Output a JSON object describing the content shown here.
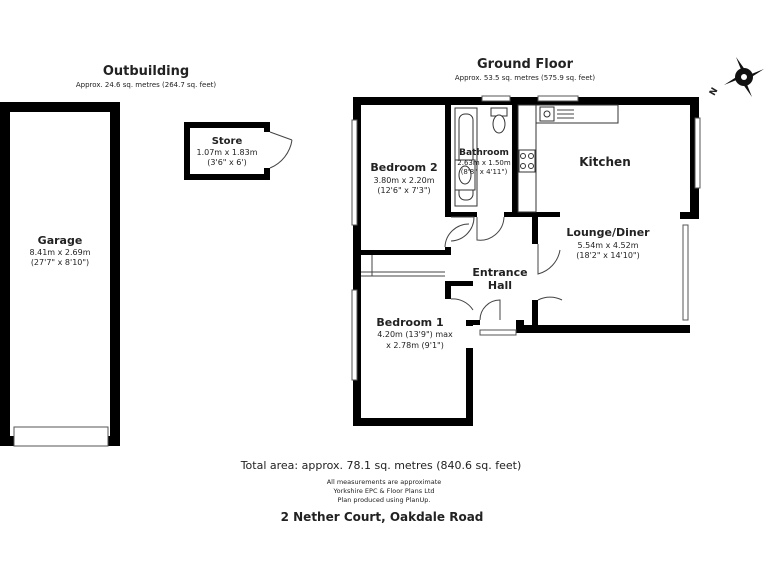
{
  "outbuilding": {
    "title": "Outbuilding",
    "area": "Approx. 24.6 sq. metres (264.7 sq. feet)"
  },
  "ground_floor": {
    "title": "Ground Floor",
    "area": "Approx. 53.5 sq. metres (575.9 sq. feet)"
  },
  "rooms": {
    "garage": {
      "name": "Garage",
      "dims_m": "8.41m x 2.69m",
      "dims_ft": "(27'7\" x 8'10\")"
    },
    "store": {
      "name": "Store",
      "dims_m": "1.07m x 1.83m",
      "dims_ft": "(3'6\" x 6')"
    },
    "bedroom2": {
      "name": "Bedroom 2",
      "dims_m": "3.80m x 2.20m",
      "dims_ft": "(12'6\" x 7'3\")"
    },
    "bathroom": {
      "name": "Bathroom",
      "dims_m": "2.63m x 1.50m",
      "dims_ft": "(8'8\" x 4'11\")"
    },
    "kitchen": {
      "name": "Kitchen"
    },
    "lounge": {
      "name": "Lounge/Diner",
      "dims_m": "5.54m x 4.52m",
      "dims_ft": "(18'2\" x 14'10\")"
    },
    "entrance": {
      "name_line1": "Entrance",
      "name_line2": "Hall"
    },
    "bedroom1": {
      "name": "Bedroom 1",
      "dims_line1": "4.20m (13'9\") max",
      "dims_line2": "x 2.78m (9'1\")"
    }
  },
  "compass": {
    "label": "N"
  },
  "footer": {
    "total_area": "Total area: approx. 78.1 sq. metres (840.6 sq. feet)",
    "note1": "All measurements are approximate",
    "note2": "Yorkshire EPC & Floor Plans  Ltd",
    "note3": "Plan produced using PlanUp.",
    "address": "2 Nether Court, Oakdale Road"
  }
}
